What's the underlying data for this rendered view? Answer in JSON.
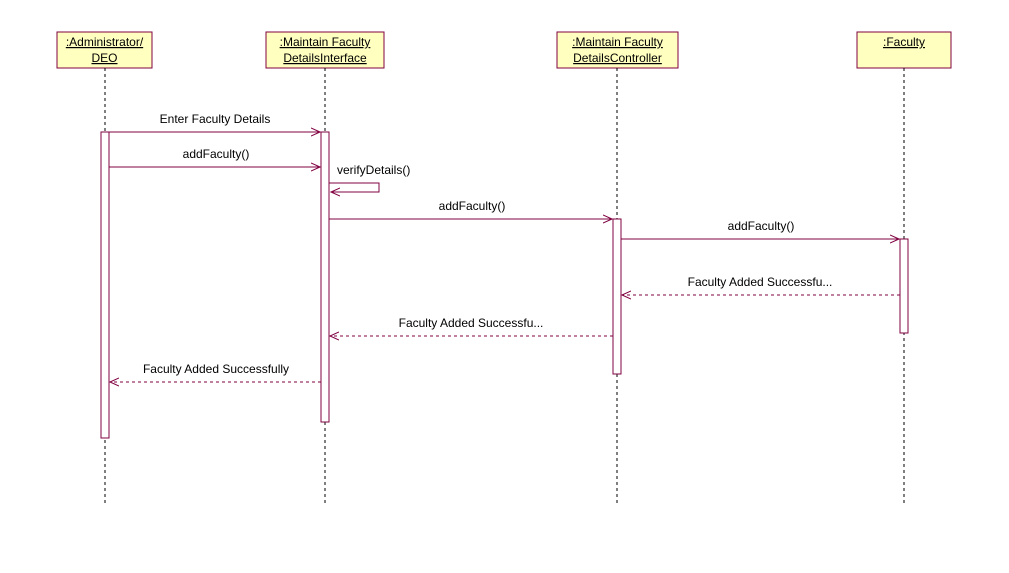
{
  "diagram": {
    "lifelines": [
      {
        "id": "admin",
        "lines": [
          ":Administrator/",
          "DEO"
        ]
      },
      {
        "id": "interface",
        "lines": [
          ":Maintain Faculty",
          "DetailsInterface"
        ]
      },
      {
        "id": "controller",
        "lines": [
          ":Maintain Faculty",
          "DetailsController"
        ]
      },
      {
        "id": "faculty",
        "lines": [
          ":Faculty"
        ]
      }
    ],
    "messages": [
      {
        "id": "m1",
        "label": "Enter Faculty Details",
        "from": "admin",
        "to": "interface",
        "kind": "call"
      },
      {
        "id": "m2",
        "label": "addFaculty()",
        "from": "admin",
        "to": "interface",
        "kind": "call"
      },
      {
        "id": "m3",
        "label": "verifyDetails()",
        "from": "interface",
        "to": "interface",
        "kind": "self"
      },
      {
        "id": "m4",
        "label": "addFaculty()",
        "from": "interface",
        "to": "controller",
        "kind": "call"
      },
      {
        "id": "m5",
        "label": "addFaculty()",
        "from": "controller",
        "to": "faculty",
        "kind": "call"
      },
      {
        "id": "m6",
        "label": "Faculty Added Successfu...",
        "from": "faculty",
        "to": "controller",
        "kind": "return"
      },
      {
        "id": "m7",
        "label": "Faculty Added Successfu...",
        "from": "controller",
        "to": "interface",
        "kind": "return"
      },
      {
        "id": "m8",
        "label": "Faculty Added Successfully",
        "from": "interface",
        "to": "admin",
        "kind": "return"
      }
    ],
    "colors": {
      "line": "#800040",
      "box_fill": "#ffffc0"
    }
  }
}
